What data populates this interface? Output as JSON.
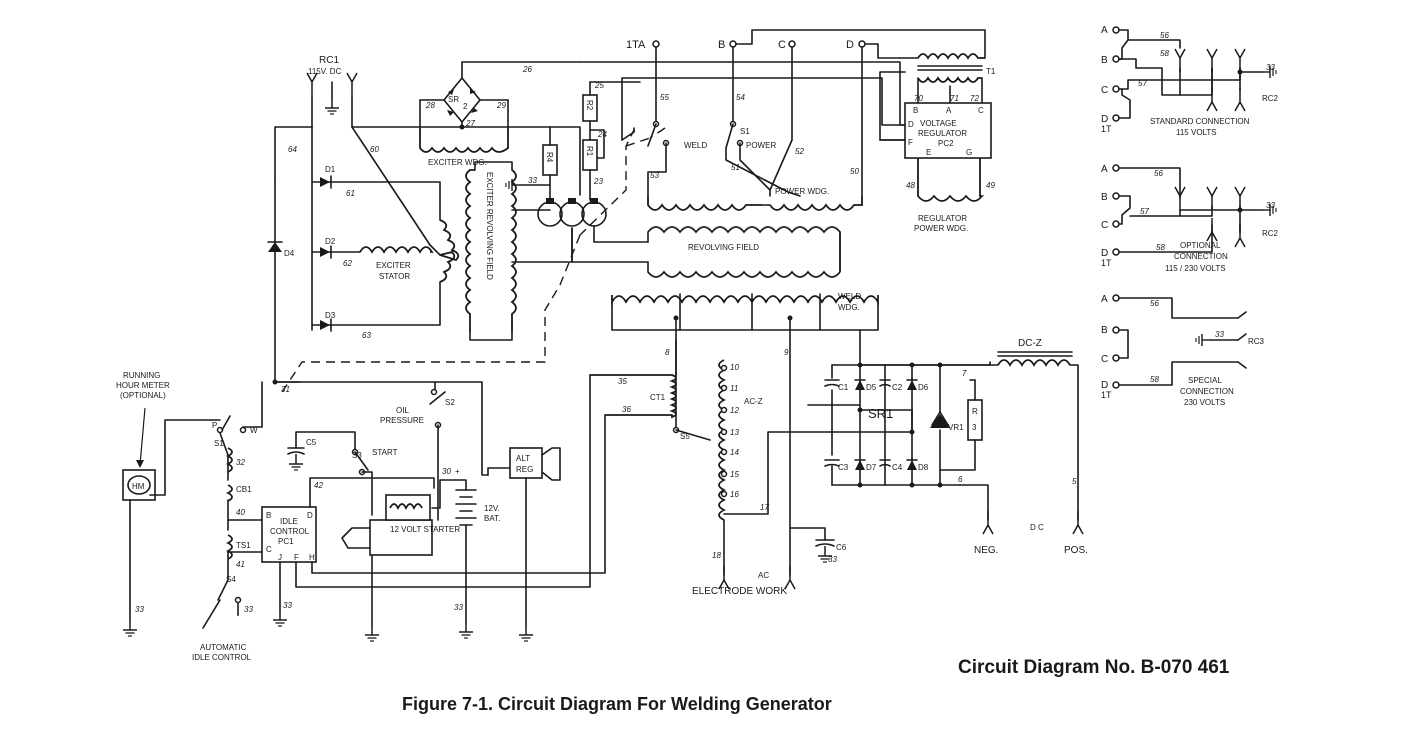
{
  "figure": {
    "caption": "Figure 7-1. Circuit Diagram For Welding Generator",
    "diagram_number": "Circuit Diagram No. B-070 461"
  },
  "labels": {
    "rc1": "RC1",
    "rc1_voltage": "115V. DC",
    "sr2": "SR",
    "sr2_sub": "2",
    "exciter_wdg": "EXCITER WDG.",
    "exciter_revolving_field": "EXCITER REVOLVING FIELD",
    "exciter_stator_1": "EXCITER",
    "exciter_stator_2": "STATOR",
    "d1": "D1",
    "d2": "D2",
    "d3": "D3",
    "d4": "D4",
    "r4": "R4",
    "r2": "R2",
    "r1": "R1",
    "terminal_1ta": "1TA",
    "terminal_b": "B",
    "terminal_c": "C",
    "terminal_d": "D",
    "s1": "S1",
    "weld": "WELD",
    "power": "POWER",
    "power_wdg": "POWER WDG.",
    "revolving_field": "REVOLVING FIELD",
    "weld_wdg_1": "WELD",
    "weld_wdg_2": "WDG.",
    "t1": "T1",
    "vr_d": "D",
    "vr_f": "F",
    "vr_b": "B",
    "vr_a": "A",
    "vr_c": "C",
    "vr_e": "E",
    "vr_g": "G",
    "vr_title_1": "VOLTAGE",
    "vr_title_2": "REGULATOR",
    "vr_title_3": "PC2",
    "regulator_power_wdg_1": "REGULATOR",
    "regulator_power_wdg_2": "POWER WDG.",
    "running_meter_1": "RUNNING",
    "running_meter_2": "HOUR METER",
    "running_meter_3": "(OPTIONAL)",
    "hm": "HM",
    "p": "P",
    "w": "W",
    "s1_lower": "S1",
    "cb1": "CB1",
    "ts1": "TS1",
    "s4": "S4",
    "auto_idle_1": "AUTOMATIC",
    "auto_idle_2": "IDLE CONTROL",
    "idle_1": "IDLE",
    "idle_2": "CONTROL",
    "idle_3": "PC1",
    "idle_b": "B",
    "idle_d": "D",
    "idle_c": "C",
    "idle_j": "J",
    "idle_f": "F",
    "idle_h": "H",
    "c5": "C5",
    "s2": "S2",
    "oil_1": "OIL",
    "oil_2": "PRESSURE",
    "s3": "S3",
    "start": "START",
    "starter": "12 VOLT STARTER",
    "plus": "+",
    "bat_1": "12V.",
    "bat_2": "BAT.",
    "alt_1": "ALT",
    "alt_2": "REG",
    "ct1": "CT1",
    "s5": "S5",
    "acz": "AC-Z",
    "electrode_work": "ELECTRODE WORK",
    "ac": "AC",
    "c6": "C6",
    "sr1": "SR1",
    "vr1": "VR1",
    "r3_1": "R",
    "r3_2": "3",
    "c1": "C1",
    "c2": "C2",
    "c3": "C3",
    "c4": "C4",
    "d5": "D5",
    "d6": "D6",
    "d7": "D7",
    "d8": "D8",
    "dcz": "DC-Z",
    "neg": "NEG.",
    "dc": "D C",
    "pos": "POS."
  },
  "wire_numbers": {
    "w26": "26",
    "w25": "25",
    "w28": "28",
    "w29": "29",
    "w27": "27",
    "w55": "55",
    "w54": "54",
    "w24": "24",
    "w23": "23",
    "w33": "33",
    "w53": "53",
    "w51": "51",
    "w52": "52",
    "w50": "50",
    "w64": "64",
    "w60": "60",
    "w61": "61",
    "w62": "62",
    "w63": "63",
    "w70": "70",
    "w71": "71",
    "w72": "72",
    "w48": "48",
    "w49": "49",
    "w31": "31",
    "w32": "32",
    "w40": "40",
    "w41": "41",
    "w42": "42",
    "w30": "30",
    "w35": "35",
    "w36": "36",
    "w8": "8",
    "w9": "9",
    "w10": "10",
    "w11": "11",
    "w12": "12",
    "w13": "13",
    "w14": "14",
    "w15": "15",
    "w16": "16",
    "w17": "17",
    "w18": "18",
    "w7": "7",
    "w6": "6",
    "w5": "5"
  },
  "connection_panels": [
    {
      "terminals": [
        "A",
        "B",
        "C",
        "D"
      ],
      "sub_label": "1T",
      "wires": [
        "56",
        "58",
        "57"
      ],
      "ground_wire": "33",
      "receptacle": "RC2",
      "title_1": "STANDARD CONNECTION",
      "title_2": "115 VOLTS"
    },
    {
      "terminals": [
        "A",
        "B",
        "C",
        "D"
      ],
      "sub_label": "1T",
      "wires": [
        "56",
        "57",
        "58"
      ],
      "ground_wire": "33",
      "receptacle": "RC2",
      "title_1": "OPTIONAL",
      "title_2": "CONNECTION",
      "title_3": "115 / 230 VOLTS"
    },
    {
      "terminals": [
        "A",
        "B",
        "C",
        "D"
      ],
      "sub_label": "1T",
      "wires": [
        "56",
        "58"
      ],
      "ground_wire": "33",
      "receptacle": "RC3",
      "title_1": "SPECIAL",
      "title_2": "CONNECTION",
      "title_3": "230 VOLTS"
    }
  ]
}
